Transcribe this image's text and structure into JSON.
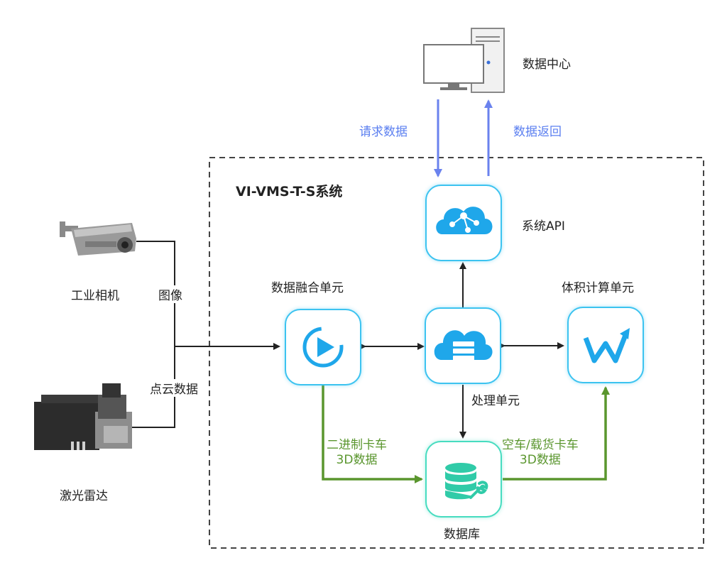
{
  "system_title": "VI-VMS-T-S系统",
  "nodes": {
    "data_center": "数据中心",
    "system_api": "系统API",
    "fusion_unit": "数据融合单元",
    "processing_unit": "处理单元",
    "volume_unit": "体积计算单元",
    "database": "数据库"
  },
  "devices": {
    "camera": "工业相机",
    "lidar": "激光雷达"
  },
  "edges": {
    "request": "请求数据",
    "return": "数据返回",
    "image": "图像",
    "point_cloud": "点云数据",
    "binary_truck": [
      "二进制卡车",
      "3D数据"
    ],
    "empty_loaded": [
      "空车/载货卡车",
      "3D数据"
    ]
  },
  "colors": {
    "node_border": "#3cc3f0",
    "db_border": "#47dcc0",
    "blue_arrow": "#6a82ee",
    "green_arrow": "#5a962e",
    "black_arrow": "#222222"
  }
}
